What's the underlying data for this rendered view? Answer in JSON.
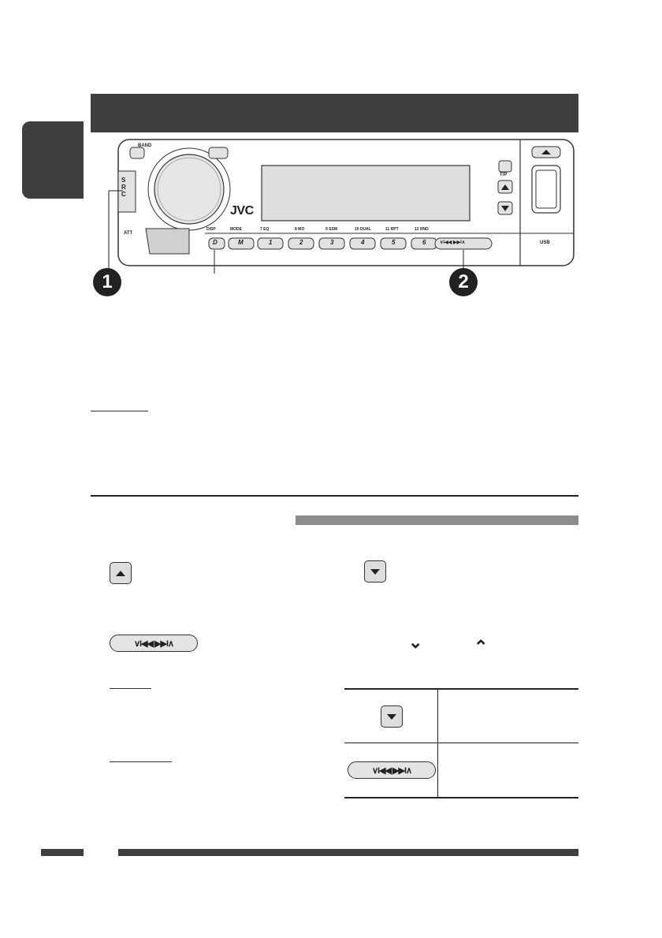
{
  "device": {
    "brand": "JVC",
    "band_label": "BAND",
    "src_label": "SRC",
    "att_label": "ATT",
    "tp_label": "T/P",
    "usb_label": "USB",
    "disp_label": "DISP",
    "mode_label": "MODE",
    "d_button": "D",
    "m_button": "M",
    "preset_buttons": [
      "1",
      "2",
      "3",
      "4",
      "5",
      "6"
    ],
    "preset_labels": [
      "7 EQ",
      "8 MO",
      "9 SSM",
      "10 DUAL",
      "11 RPT",
      "12 RND"
    ],
    "skip_label": "∨I◀◀ ▶▶I∧"
  },
  "callouts": {
    "one": "1",
    "two": "2"
  },
  "icons": {
    "up": "triangle-up-icon",
    "down": "triangle-down-icon",
    "chevron_down": "⌄",
    "chevron_up": "⌃"
  }
}
